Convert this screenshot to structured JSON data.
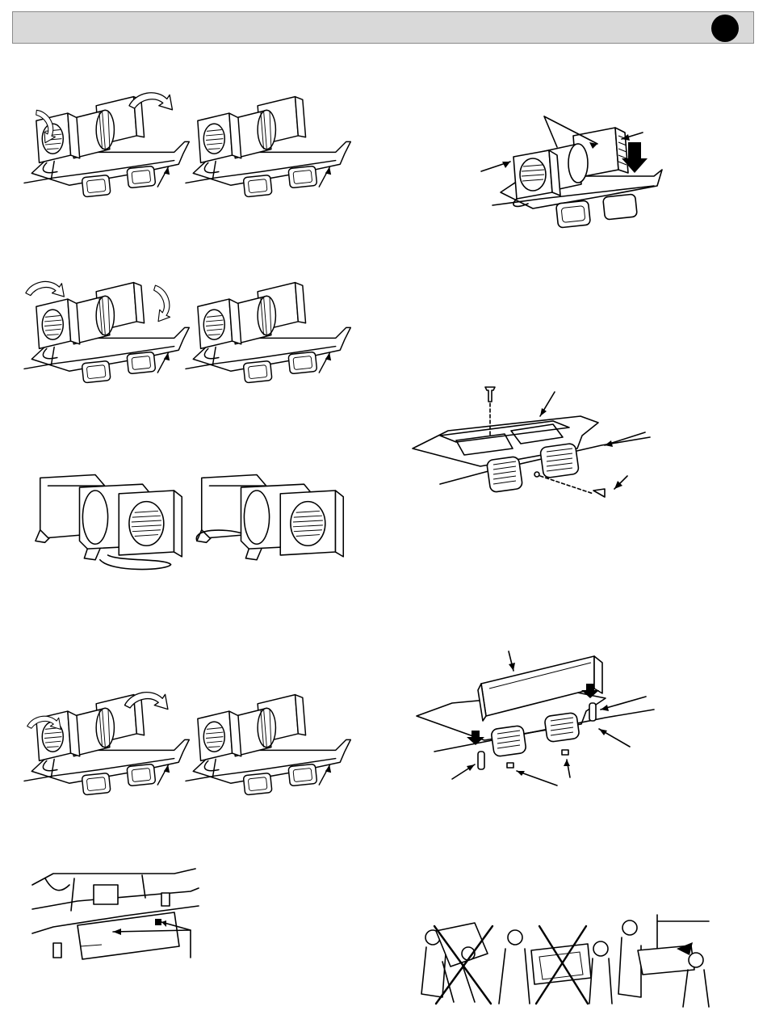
{
  "page": {
    "background": "#ffffff",
    "header_bar_color": "#d9d9d9",
    "badge_color": "#000000"
  },
  "figures": [
    {
      "id": "step1-rotate-left-blower",
      "icon": "blower-rotate-icon"
    },
    {
      "id": "step1-rotated-result",
      "icon": "blower-assembly-icon"
    },
    {
      "id": "step2-rotate-both-blowers",
      "icon": "blower-rotate-icon"
    },
    {
      "id": "step2-rotated-result",
      "icon": "blower-assembly-icon"
    },
    {
      "id": "blower-unit-front-view-a",
      "icon": "blower-unit-icon"
    },
    {
      "id": "blower-unit-front-view-b",
      "icon": "blower-unit-icon"
    },
    {
      "id": "step4-rotate-blowers",
      "icon": "blower-rotate-icon"
    },
    {
      "id": "step4-rotated-result",
      "icon": "blower-assembly-icon"
    },
    {
      "id": "cabinet-bottom-knockouts",
      "icon": "cabinet-icon"
    },
    {
      "id": "blower-placement-detail",
      "icon": "blower-install-icon"
    },
    {
      "id": "mounting-plate-screws",
      "icon": "screw-icon"
    },
    {
      "id": "damper-installation",
      "icon": "damper-icon"
    },
    {
      "id": "lifting-warning",
      "icon": "lifting-people-icon"
    }
  ]
}
